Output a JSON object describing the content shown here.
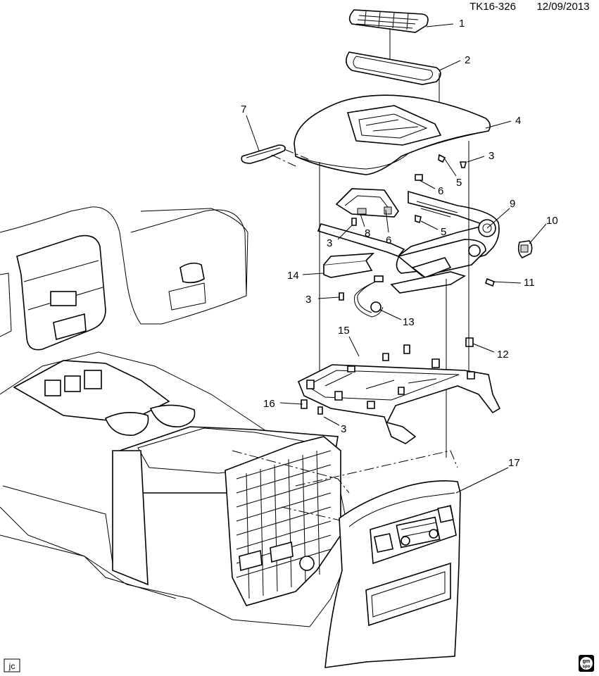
{
  "header": {
    "figure_id": "TK16-326",
    "date": "12/09/2013"
  },
  "callouts": [
    "1",
    "2",
    "3",
    "4",
    "5",
    "6",
    "7",
    "8",
    "9",
    "10",
    "11",
    "12",
    "13",
    "14",
    "15",
    "16",
    "17"
  ],
  "callout_labels": {
    "c1": "1",
    "c2": "2",
    "c3a": "3",
    "c3b": "3",
    "c3c": "3",
    "c3d": "3",
    "c4": "4",
    "c5a": "5",
    "c5b": "5",
    "c6a": "6",
    "c6b": "6",
    "c7": "7",
    "c8": "8",
    "c9": "9",
    "c10": "10",
    "c11": "11",
    "c12": "12",
    "c13": "13",
    "c14": "14",
    "c15": "15",
    "c16": "16",
    "c17": "17"
  },
  "footer": {
    "artist_initials": "jc",
    "logo_text_top": "gm",
    "logo_text_bottom": "spo"
  }
}
